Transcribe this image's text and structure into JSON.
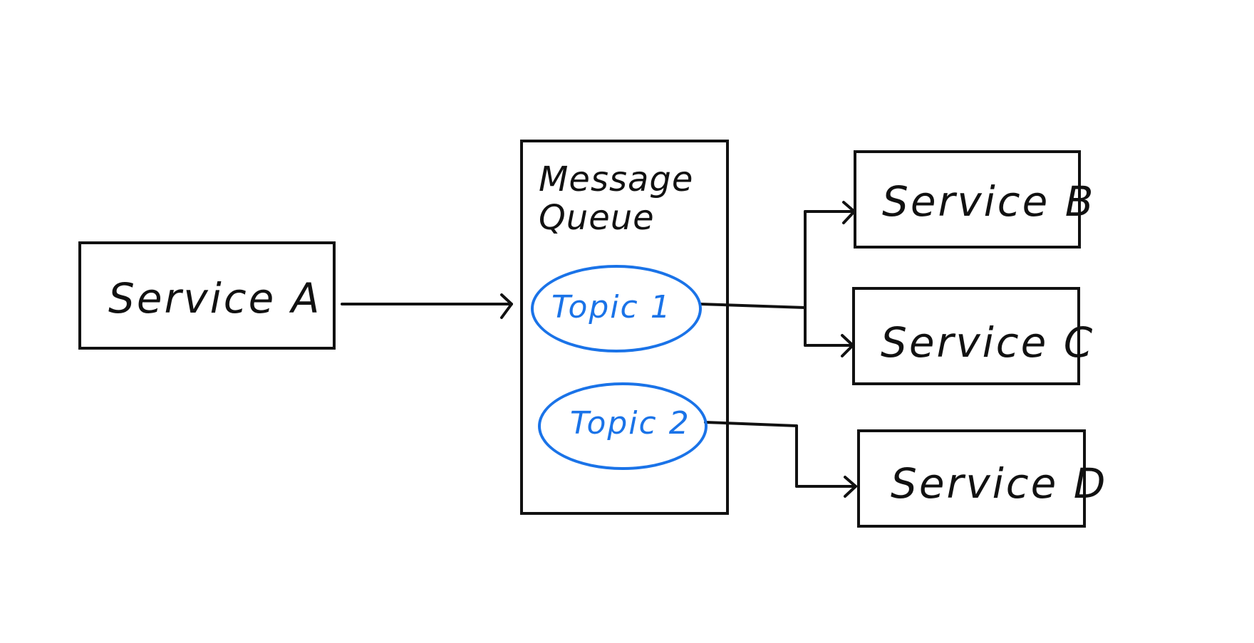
{
  "colors": {
    "ink": "#111111",
    "topic": "#1a73e8",
    "background": "#ffffff"
  },
  "nodes": {
    "service_a": "Service A",
    "message_queue": "Message\nQueue",
    "topic_1": "Topic 1",
    "topic_2": "Topic 2",
    "service_b": "Service B",
    "service_c": "Service C",
    "service_d": "Service D"
  },
  "edges": [
    {
      "from": "Service A",
      "to": "Topic 1"
    },
    {
      "from": "Topic 1",
      "to": "Service B"
    },
    {
      "from": "Topic 1",
      "to": "Service C"
    },
    {
      "from": "Topic 2",
      "to": "Service D"
    }
  ]
}
